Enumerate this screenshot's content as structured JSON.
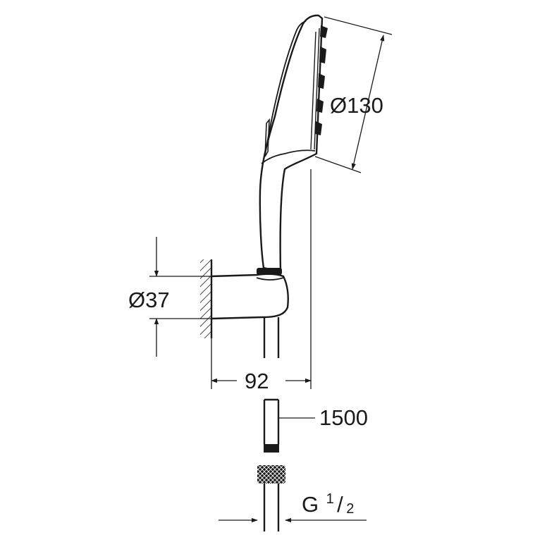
{
  "dimensions": {
    "spray_face_diameter": "Ø130",
    "wall_holder_diameter": "Ø37",
    "projection_from_wall": "92",
    "hose_length": "1500",
    "connection_thread": {
      "letter": "G",
      "numerator": "1",
      "slash": "/",
      "denominator": "2"
    }
  }
}
